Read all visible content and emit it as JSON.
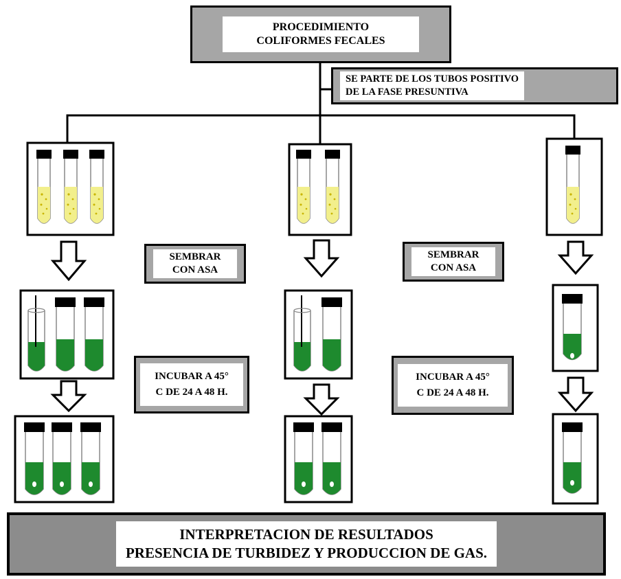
{
  "title": {
    "line1": "PROCEDIMIENTO",
    "line2": "COLIFORMES FECALES"
  },
  "note": {
    "line1": "SE PARTE DE LOS TUBOS POSITIVO",
    "line2": "DE LA FASE PRESUNTIVA"
  },
  "sembrar": {
    "line1": "SEMBRAR",
    "line2": "CON ASA"
  },
  "incubar": {
    "line1": "INCUBAR A 45°",
    "line2": "C DE 24 A 48 H."
  },
  "result": {
    "line1": "INTERPRETACION DE RESULTADOS",
    "line2": "PRESENCIA DE TURBIDEZ Y PRODUCCION DE GAS."
  },
  "columns": [
    {
      "tube_count": 3
    },
    {
      "tube_count": 2
    },
    {
      "tube_count": 1
    }
  ],
  "colors": {
    "frame_gray": "#a6a6a6",
    "presumptive_broth": "#f2ef8c",
    "presumptive_dots": "#c8b400",
    "green_broth": "#1e8a2e",
    "cap": "#000000"
  }
}
